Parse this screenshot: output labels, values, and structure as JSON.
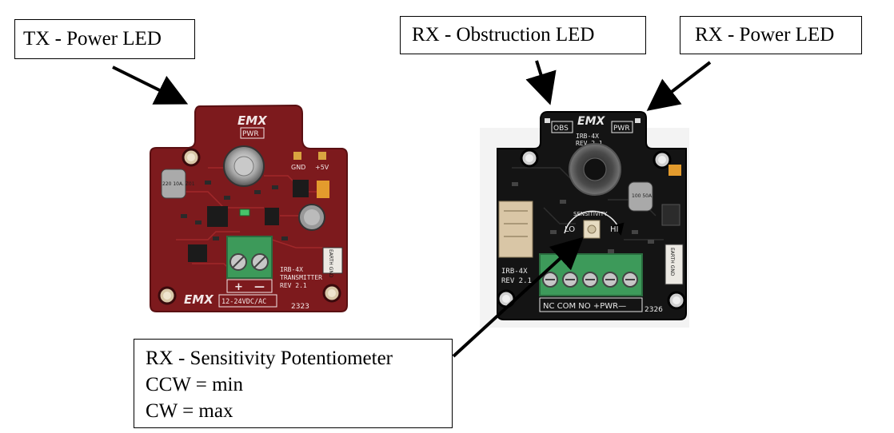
{
  "labels": {
    "tx_power_led": "TX - Power LED",
    "rx_obstruction_led": "RX - Obstruction LED",
    "rx_power_led": "RX - Power LED",
    "rx_sensitivity": {
      "line1": "RX  - Sensitivity Potentiometer",
      "line2": "CCW = min",
      "line3": "CW = max"
    }
  },
  "tx_board": {
    "brand": "EMX",
    "pwr": "PWR",
    "gnd": "GND",
    "plus5v": "+5V",
    "model": "IRB-4X",
    "type": "TRANSMITTER",
    "rev": "REV 2.1",
    "supply": "12-24VDC/AC",
    "plus": "+",
    "minus": "—",
    "earth": "EARTH GND",
    "date": "2323",
    "cap": "220 10A. Z01"
  },
  "rx_board": {
    "brand": "EMX",
    "obs": "OBS",
    "pwr": "PWR",
    "model": "IRB-4X",
    "rev": "REV 2.1",
    "sensitivity": "SENSITIVITY",
    "lo": "LO",
    "hi": "HI",
    "terminals": "NC COM NO +PWR—",
    "earth": "EARTH GND",
    "date": "2326",
    "cap": "100 50A."
  },
  "colors": {
    "tx_pcb": "#7d1a1d",
    "rx_pcb": "#141414",
    "terminal_block": "#3d9a5a",
    "arrow": "#000000"
  }
}
